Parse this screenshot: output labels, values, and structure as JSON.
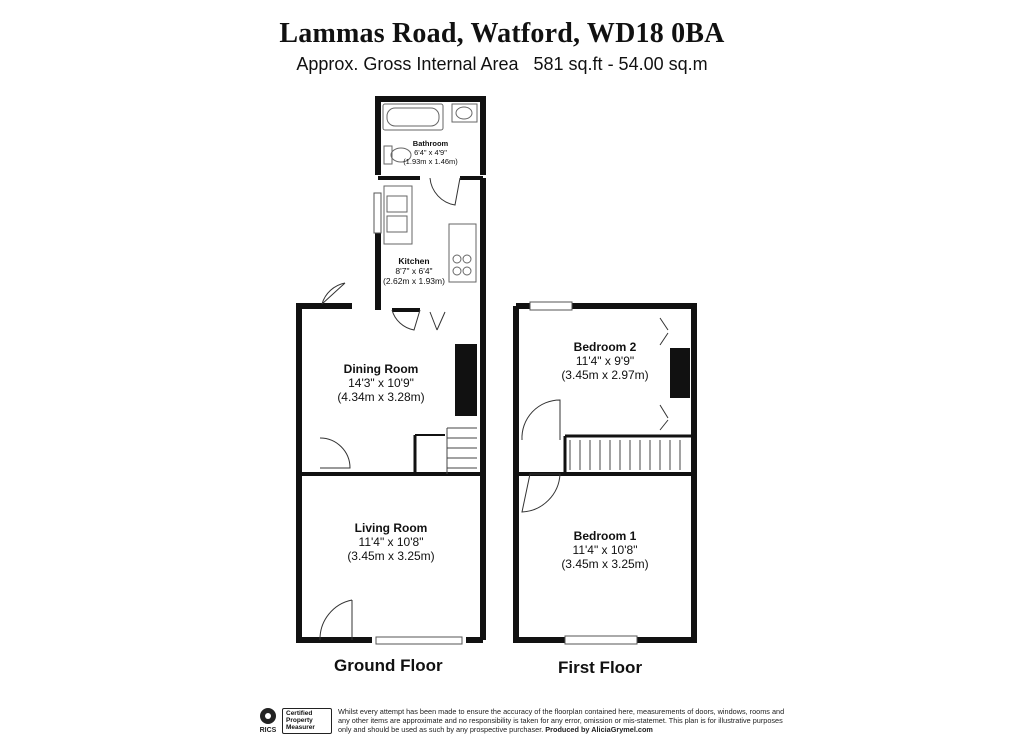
{
  "header": {
    "title": "Lammas Road, Watford, WD18 0BA",
    "area_label": "Approx. Gross Internal Area",
    "area_value": "581 sq.ft - 54.00 sq.m"
  },
  "floors": {
    "ground": {
      "label": "Ground Floor",
      "rooms": [
        {
          "name": "Bathroom",
          "imperial": "6'4\" x 4'9\"",
          "metric": "(1.93m x 1.46m)"
        },
        {
          "name": "Kitchen",
          "imperial": "8'7\" x 6'4\"",
          "metric": "(2.62m x 1.93m)"
        },
        {
          "name": "Dining Room",
          "imperial": "14'3\" x 10'9\"",
          "metric": "(4.34m x 3.28m)"
        },
        {
          "name": "Living Room",
          "imperial": "11'4\" x 10'8\"",
          "metric": "(3.45m x 3.25m)"
        }
      ]
    },
    "first": {
      "label": "First Floor",
      "rooms": [
        {
          "name": "Bedroom 2",
          "imperial": "11'4\" x 9'9\"",
          "metric": "(3.45m x 2.97m)"
        },
        {
          "name": "Bedroom 1",
          "imperial": "11'4\" x 10'8\"",
          "metric": "(3.45m x 3.25m)"
        }
      ]
    }
  },
  "footer": {
    "rics_logo_text": "RICS",
    "cert_line1": "Certified",
    "cert_line2": "Property",
    "cert_line3": "Measurer",
    "disclaimer": "Whilst every attempt has been made to ensure the accuracy of the floorplan contained here, measurements of doors, windows, rooms and any other items are approximate and no responsibility is taken for any error, omission or mis-statemet. This plan is for illustrative purposes only and should be used as such by any prospective purchaser.",
    "produced_by": "Produced by AliciaGrymel.com"
  },
  "colors": {
    "wall": "#111111",
    "fixture": "#666666"
  }
}
